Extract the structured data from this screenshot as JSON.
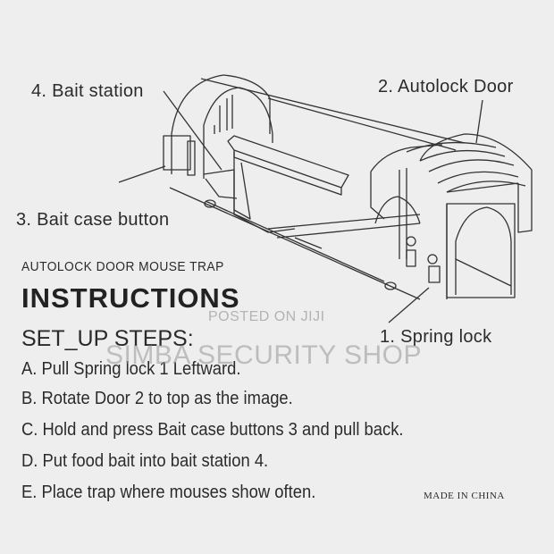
{
  "diagram": {
    "labels": {
      "bait_station": "4. Bait station",
      "autolock_door": "2. Autolock  Door",
      "bait_case_button": "3. Bait  case  button",
      "spring_lock": "1. Spring  lock"
    }
  },
  "document": {
    "subtitle": "AUTOLOCK DOOR MOUSE TRAP",
    "title": "INSTRUCTIONS",
    "steps_heading": "SET_UP STEPS:",
    "steps": [
      "A. Pull Spring lock 1 Leftward.",
      "B. Rotate Door 2 to top as the image.",
      "C. Hold and press Bait case buttons 3 and pull back.",
      "D. Put food bait into bait station 4.",
      "E. Place trap where mouses show often."
    ],
    "made_in": "MADE IN CHINA"
  },
  "watermarks": {
    "posted": "POSTED ON JIJI",
    "shop": "SIMBA SECURITY SHOP"
  }
}
